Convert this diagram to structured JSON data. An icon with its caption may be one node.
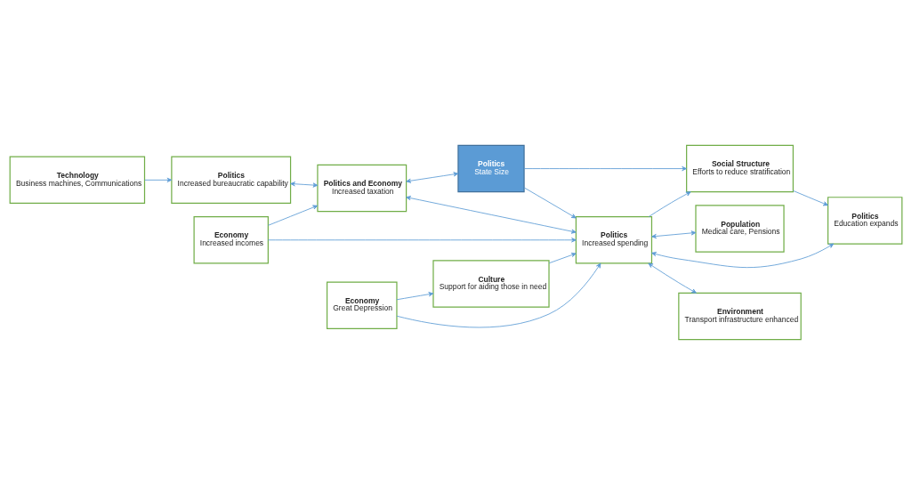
{
  "diagram": {
    "nodes": [
      {
        "text": [
          "Technology",
          "Business machines, Communications"
        ]
      },
      {
        "text": [
          "Politics",
          "Increased bureaucratic capability"
        ]
      },
      {
        "text": [
          "Politics",
          "State Size"
        ]
      },
      {
        "text": [
          "Politics",
          "Increased spending"
        ]
      },
      {
        "text": [
          "Population",
          "Medical care, Pensions"
        ]
      },
      {
        "text": [
          "Politics",
          "Education expands"
        ]
      },
      {
        "text": [
          "Economy",
          "Increased incomes"
        ]
      },
      {
        "text": [
          "Politics and Economy",
          "Increased taxation"
        ]
      },
      {
        "text": [
          "Economy",
          "Great Depression"
        ]
      },
      {
        "text": [
          "Culture",
          "Support for aiding those in need"
        ]
      },
      {
        "text": [
          "Environment",
          "Transport infrastructure enhanced"
        ]
      },
      {
        "text": [
          "Social Structure",
          "Efforts to reduce stratification"
        ]
      }
    ],
    "edges": [
      {
        "from": 0,
        "to": 1,
        "arrow": "to"
      },
      {
        "from": 1,
        "to": 7,
        "arrow": "both"
      },
      {
        "from": 7,
        "to": 2,
        "arrow": "both"
      },
      {
        "from": 2,
        "to": 3,
        "arrow": "to"
      },
      {
        "from": 7,
        "to": 3,
        "arrow": "both"
      },
      {
        "from": 6,
        "to": 3,
        "arrow": "to"
      },
      {
        "from": 6,
        "to": 7,
        "arrow": "to"
      },
      {
        "from": 3,
        "to": 4,
        "arrow": "both"
      },
      {
        "from": 3,
        "to": 5,
        "arrow": "both"
      },
      {
        "from": 3,
        "to": 10,
        "arrow": "both"
      },
      {
        "from": 3,
        "to": 11,
        "arrow": "to"
      },
      {
        "from": 2,
        "to": 11,
        "arrow": "to"
      },
      {
        "from": 8,
        "to": 3,
        "arrow": "to"
      },
      {
        "from": 8,
        "to": 9,
        "arrow": "to"
      },
      {
        "from": 9,
        "to": 3,
        "arrow": "to"
      },
      {
        "from": 11,
        "to": 5,
        "arrow": "to"
      }
    ]
  }
}
